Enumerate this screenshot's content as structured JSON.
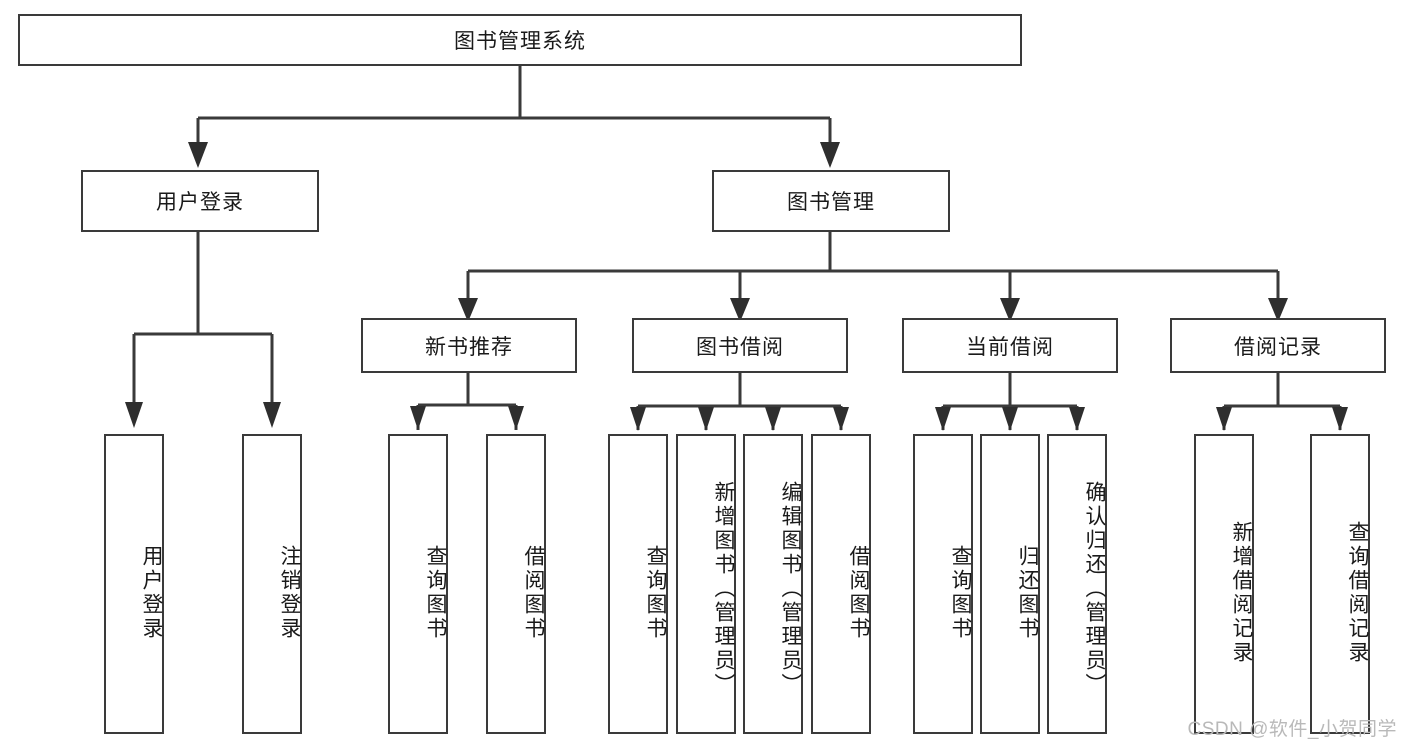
{
  "diagram": {
    "type": "tree-hierarchy",
    "title": "图书管理系统",
    "root": {
      "id": "root",
      "label": "图书管理系统"
    },
    "level2": [
      {
        "id": "user-login",
        "label": "用户登录"
      },
      {
        "id": "book-manage",
        "label": "图书管理"
      }
    ],
    "level3": [
      {
        "id": "new-book-recommend",
        "label": "新书推荐",
        "parent": "book-manage"
      },
      {
        "id": "book-borrow",
        "label": "图书借阅",
        "parent": "book-manage"
      },
      {
        "id": "current-borrow",
        "label": "当前借阅",
        "parent": "book-manage"
      },
      {
        "id": "borrow-record",
        "label": "借阅记录",
        "parent": "book-manage"
      }
    ],
    "leaves": [
      {
        "id": "leaf-user-login",
        "label": "用户登录",
        "parent": "user-login"
      },
      {
        "id": "leaf-logout",
        "label": "注销登录",
        "parent": "user-login"
      },
      {
        "id": "leaf-query-book-1",
        "label": "查询图书",
        "parent": "new-book-recommend"
      },
      {
        "id": "leaf-borrow-book-1",
        "label": "借阅图书",
        "parent": "new-book-recommend"
      },
      {
        "id": "leaf-query-book-2",
        "label": "查询图书",
        "parent": "book-borrow"
      },
      {
        "id": "leaf-add-book",
        "label": "新增图书（管理员）",
        "parent": "book-borrow"
      },
      {
        "id": "leaf-edit-book",
        "label": "编辑图书（管理员）",
        "parent": "book-borrow"
      },
      {
        "id": "leaf-borrow-book-2",
        "label": "借阅图书",
        "parent": "book-borrow"
      },
      {
        "id": "leaf-query-book-3",
        "label": "查询图书",
        "parent": "current-borrow"
      },
      {
        "id": "leaf-return-book",
        "label": "归还图书",
        "parent": "current-borrow"
      },
      {
        "id": "leaf-confirm-return",
        "label": "确认归还（管理员）",
        "parent": "current-borrow"
      },
      {
        "id": "leaf-add-record",
        "label": "新增借阅记录",
        "parent": "borrow-record"
      },
      {
        "id": "leaf-query-record",
        "label": "查询借阅记录",
        "parent": "borrow-record"
      }
    ],
    "watermark": "CSDN @软件_小贺同学",
    "colors": {
      "stroke": "#3a3a3a",
      "text": "#1a1a1a",
      "background": "#ffffff",
      "watermark": "#b9b9b9"
    }
  }
}
